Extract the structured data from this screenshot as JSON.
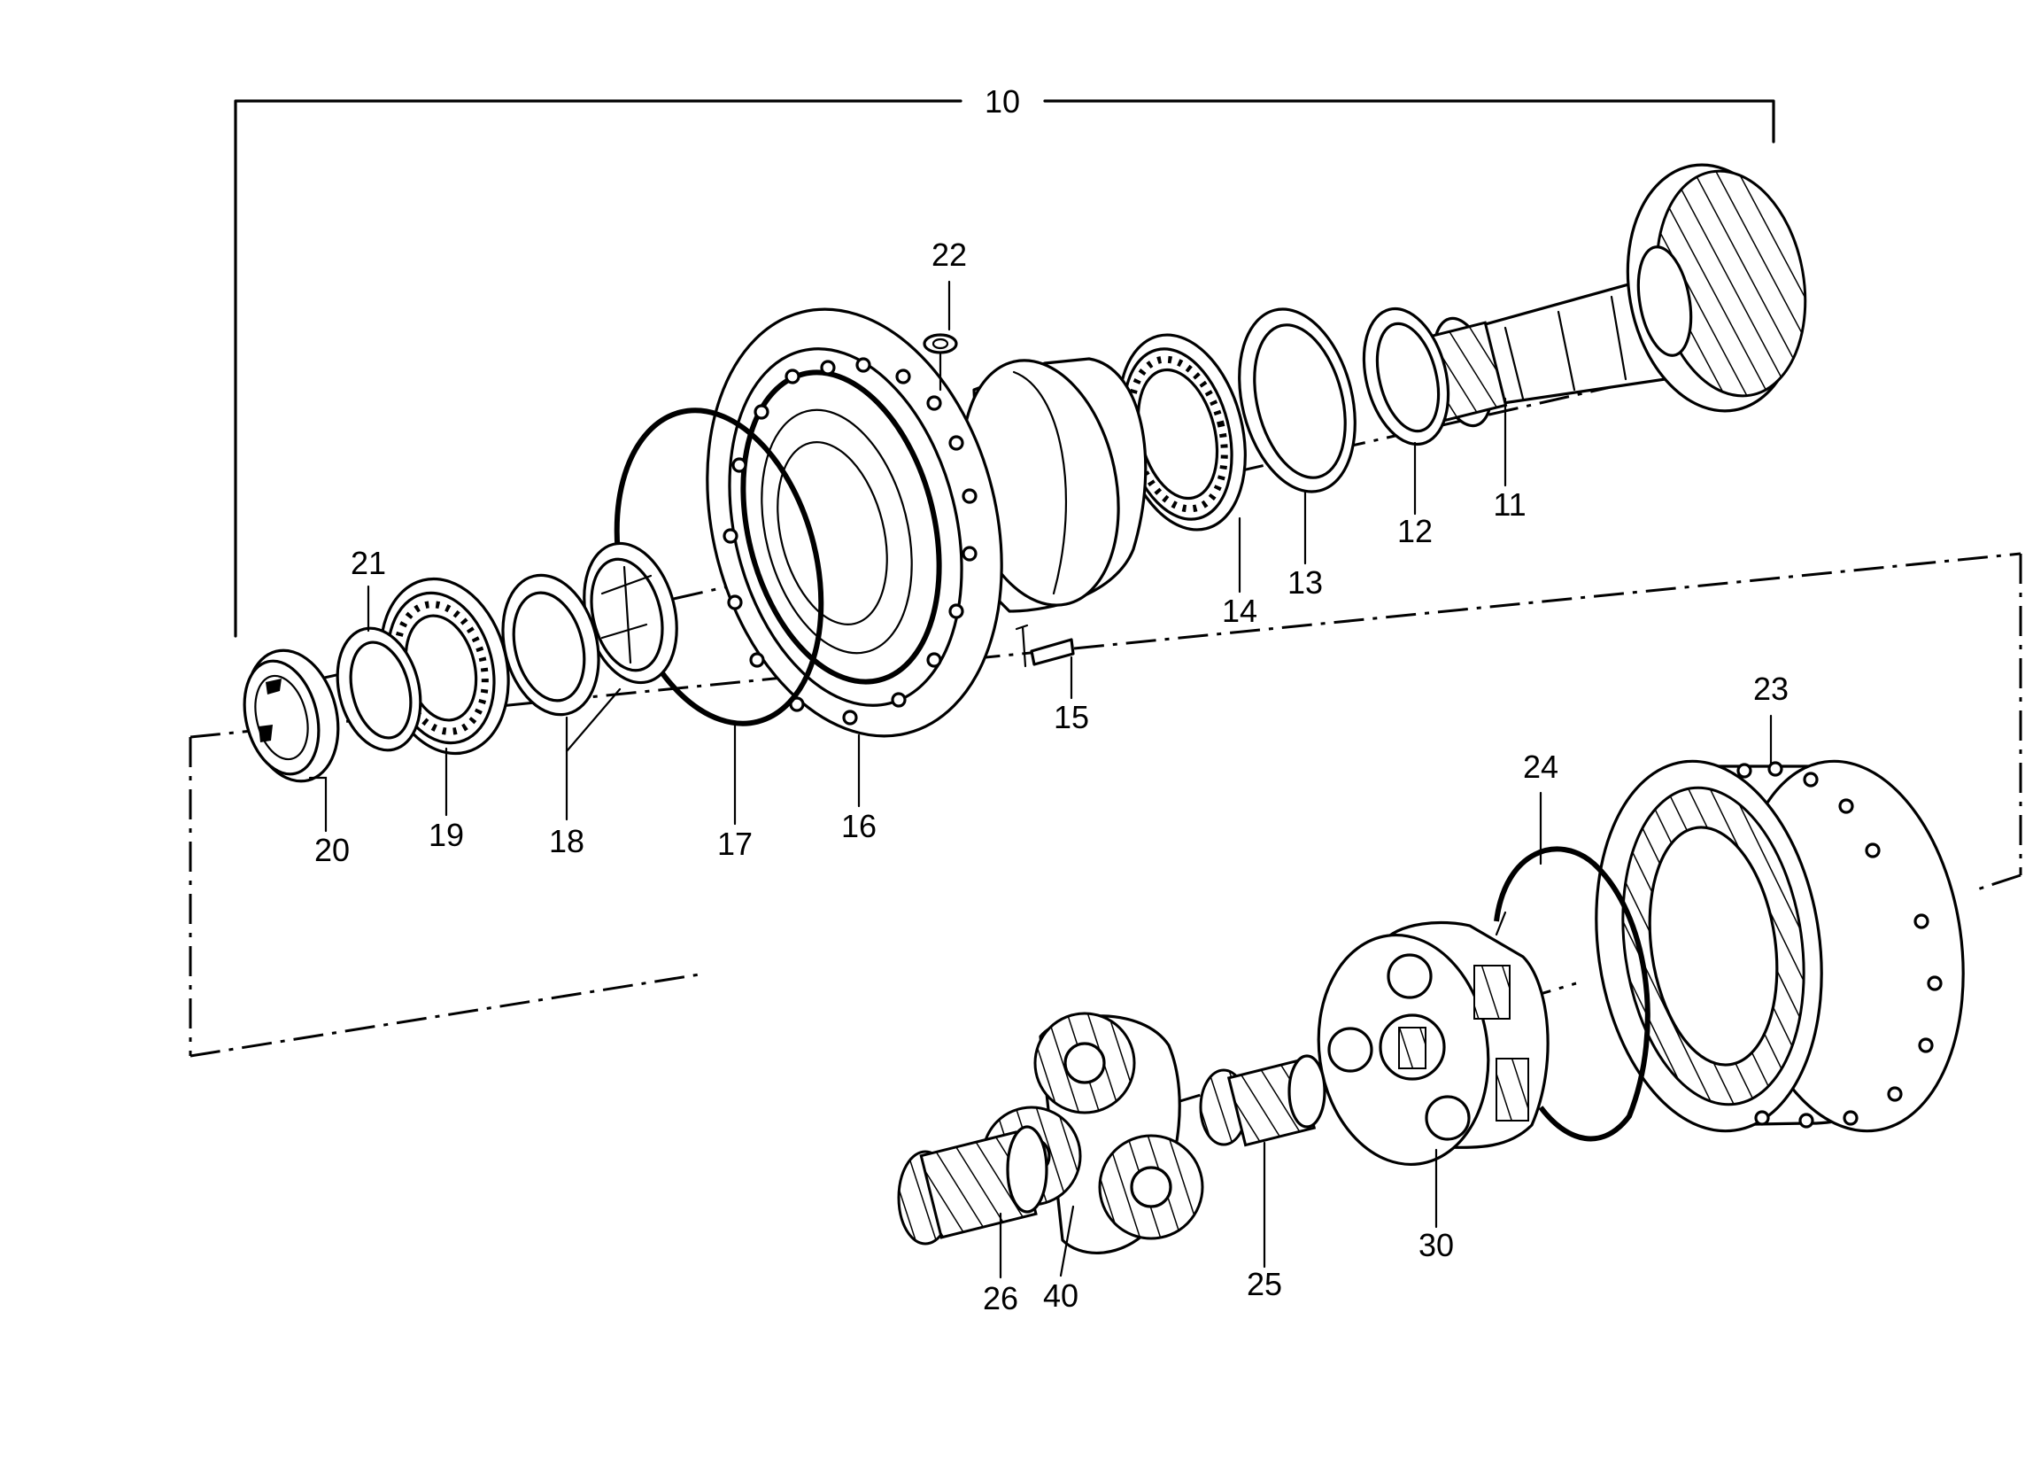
{
  "labels": {
    "assembly": "10",
    "l11": "11",
    "l12": "12",
    "l13": "13",
    "l14": "14",
    "l15": "15",
    "l16": "16",
    "l17": "17",
    "l18": "18",
    "l19": "19",
    "l20": "20",
    "l21": "21",
    "l22": "22",
    "l23": "23",
    "l24": "24",
    "l25": "25",
    "l26": "26",
    "l30": "30",
    "l40": "40"
  },
  "icons": {
    "line_color": "#000000",
    "background": "#ffffff"
  }
}
